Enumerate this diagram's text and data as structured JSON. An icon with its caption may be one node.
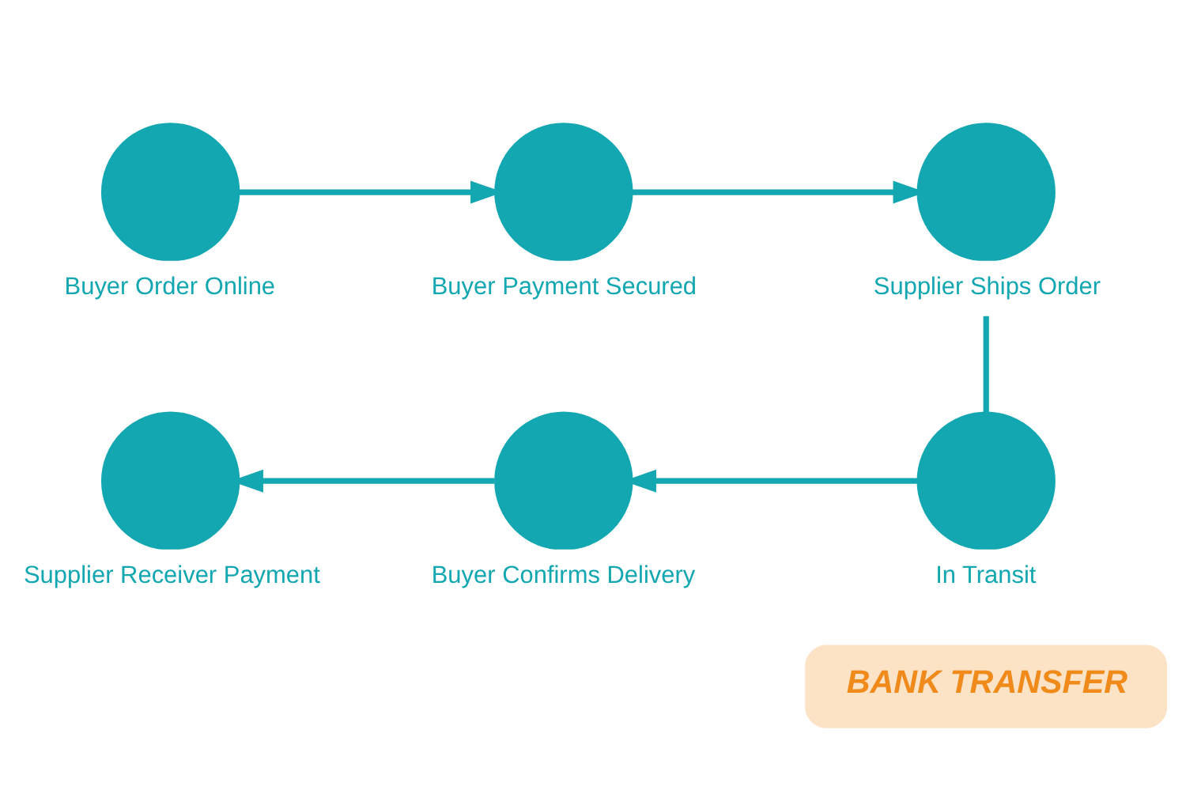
{
  "diagram": {
    "nodes": [
      {
        "text": [
          "Buyer Order Online"
        ]
      },
      {
        "text": [
          "Buyer Payment Secured"
        ]
      },
      {
        "text": [
          "Supplier Ships Order"
        ]
      },
      {
        "text": [
          "In Transit"
        ]
      },
      {
        "text": [
          "Buyer Confirms Delivery"
        ]
      },
      {
        "text": [
          "Supplier Receiver Payment"
        ]
      },
      {
        "text": [
          "BANK TRANSFER"
        ]
      }
    ],
    "edges": [
      {
        "from": 0,
        "to": 1,
        "arrow": "to"
      },
      {
        "from": 1,
        "to": 2,
        "arrow": "to"
      },
      {
        "from": 2,
        "to": 3,
        "arrow": "none"
      },
      {
        "from": 3,
        "to": 4,
        "arrow": "to"
      },
      {
        "from": 4,
        "to": 5,
        "arrow": "to"
      }
    ]
  }
}
